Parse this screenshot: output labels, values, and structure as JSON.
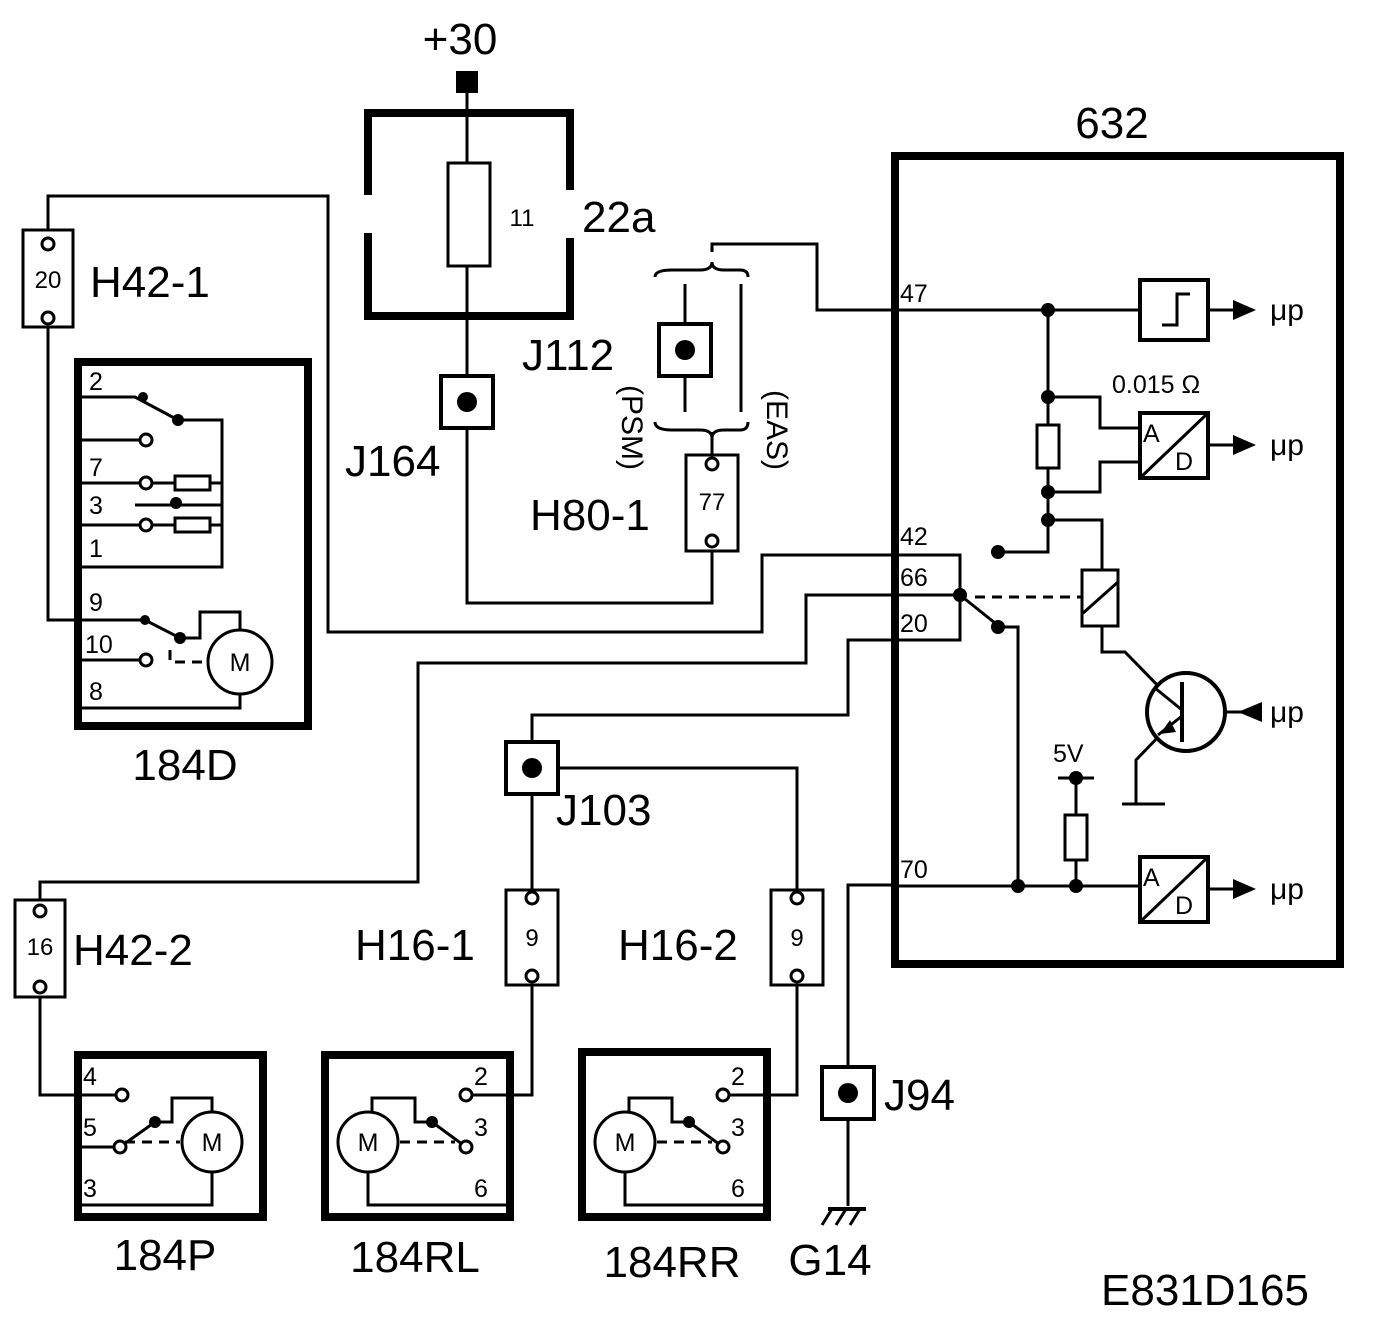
{
  "supply": {
    "label": "+30"
  },
  "fusebox": {
    "label": "22a",
    "fuse_number": "11"
  },
  "ecu": {
    "label": "632",
    "pins": {
      "p47": "47",
      "p42": "42",
      "p66": "66",
      "p20": "20",
      "p70": "70"
    },
    "shunt_label": "0.015 Ω",
    "ad_a": "A",
    "ad_d": "D",
    "voltage_label": "5V",
    "mu_out": "μp"
  },
  "splices": {
    "j164": "J164",
    "j112": "J112",
    "j103": "J103",
    "j94": "J94"
  },
  "connectors": {
    "h42_1": {
      "label": "H42-1",
      "pin": "20"
    },
    "h42_2": {
      "label": "H42-2",
      "pin": "16"
    },
    "h80_1": {
      "label": "H80-1",
      "pin": "77"
    },
    "h16_1": {
      "label": "H16-1",
      "pin": "9"
    },
    "h16_2": {
      "label": "H16-2",
      "pin": "9"
    }
  },
  "variants": {
    "psm": "(PSM)",
    "eas": "(EAS)"
  },
  "motors": {
    "d": {
      "label": "184D",
      "pins": [
        "2",
        "7",
        "3",
        "1",
        "9",
        "10",
        "8"
      ],
      "motor": "M"
    },
    "p": {
      "label": "184P",
      "pins": [
        "4",
        "5",
        "3"
      ],
      "motor": "M"
    },
    "rl": {
      "label": "184RL",
      "pins": [
        "2",
        "3",
        "6"
      ],
      "motor": "M"
    },
    "rr": {
      "label": "184RR",
      "pins": [
        "2",
        "3",
        "6"
      ],
      "motor": "M"
    }
  },
  "ground": {
    "label": "G14"
  },
  "figure_id": "E831D165"
}
